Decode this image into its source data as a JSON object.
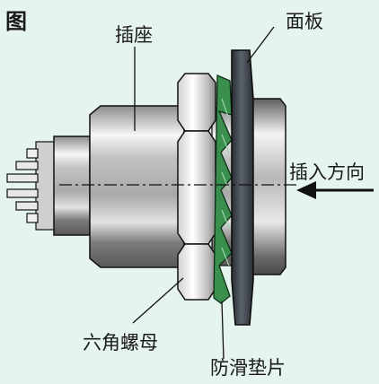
{
  "title": "图",
  "labels": {
    "socket": "插座",
    "panel": "面板",
    "insert_direction": "插入方向",
    "hex_nut": "六角螺母",
    "anti_slip_washer": "防滑垫片"
  },
  "colors": {
    "background": "#e5f4ec",
    "panel": "#3b4048",
    "washer": "#3b8f4e",
    "metal_light": "#f2f2f2",
    "metal_dark": "#6e6e6e",
    "outline": "#111111"
  }
}
